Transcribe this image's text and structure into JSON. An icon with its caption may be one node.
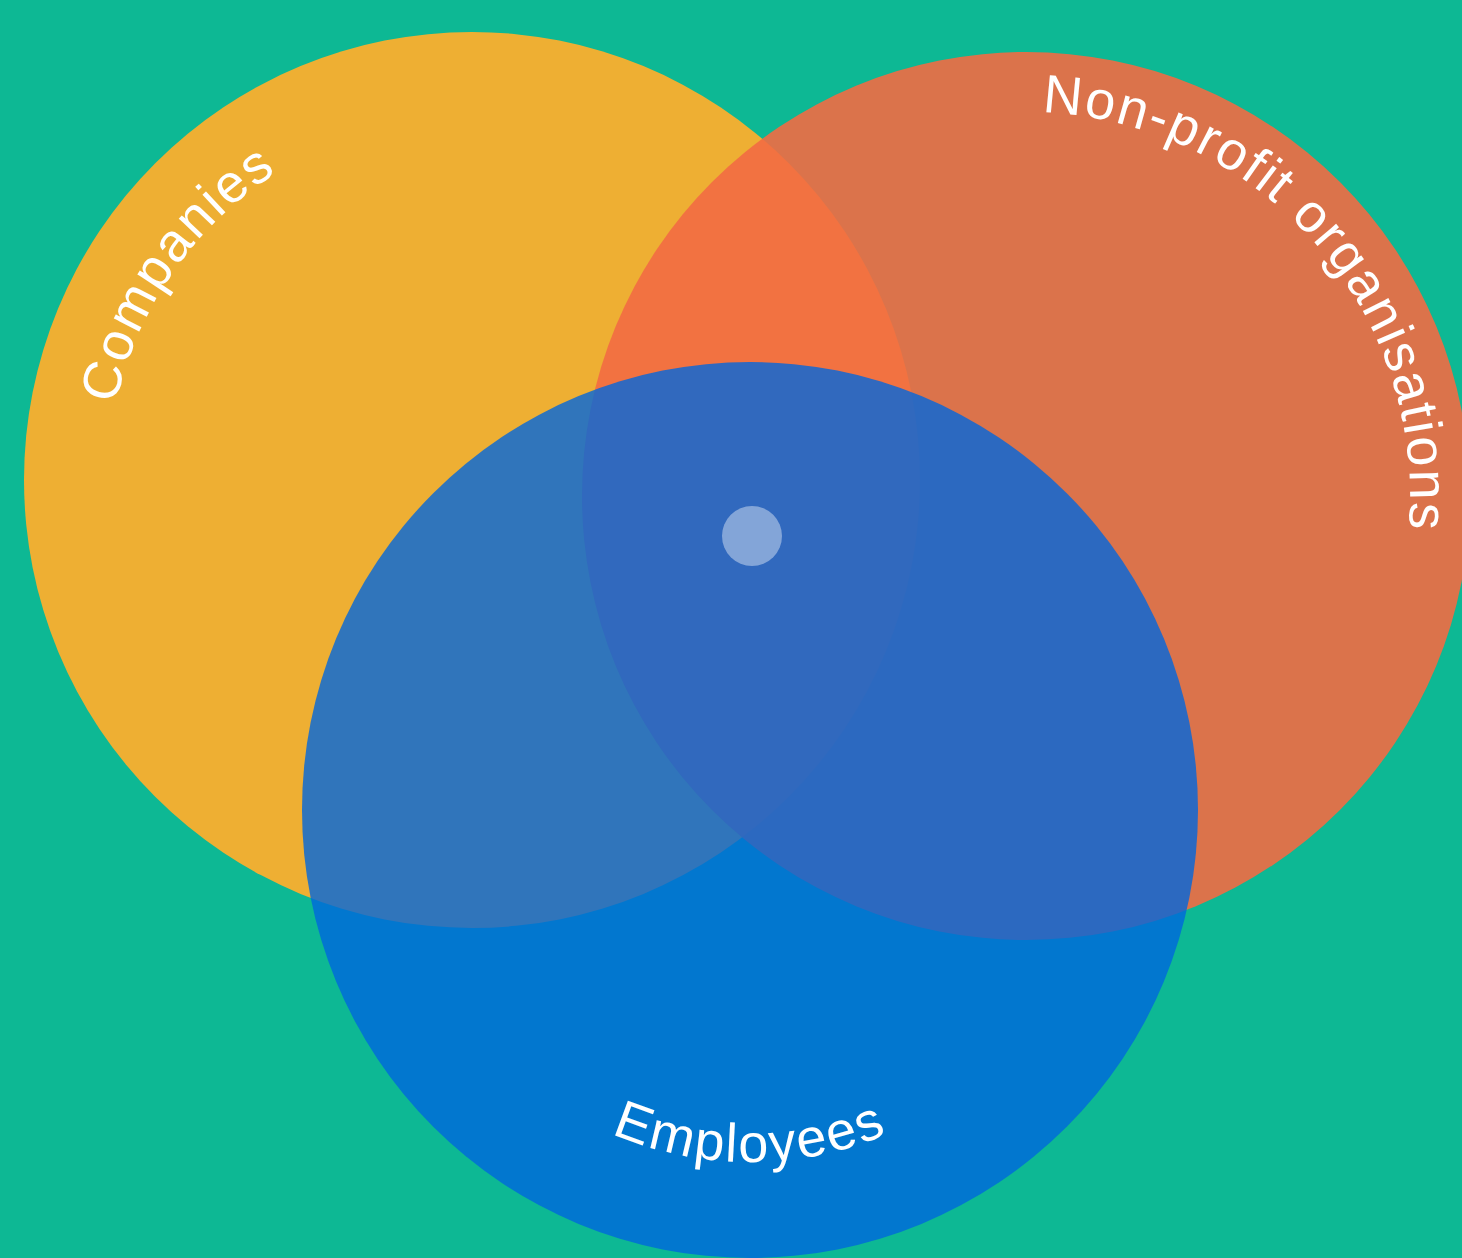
{
  "diagram": {
    "nodes": [
      {
        "text": [
          "Companies"
        ]
      },
      {
        "text": [
          "Non-profit organisations"
        ]
      },
      {
        "text": [
          "Employees"
        ]
      },
      {
        "text": [],
        "shape": "circle"
      }
    ]
  }
}
